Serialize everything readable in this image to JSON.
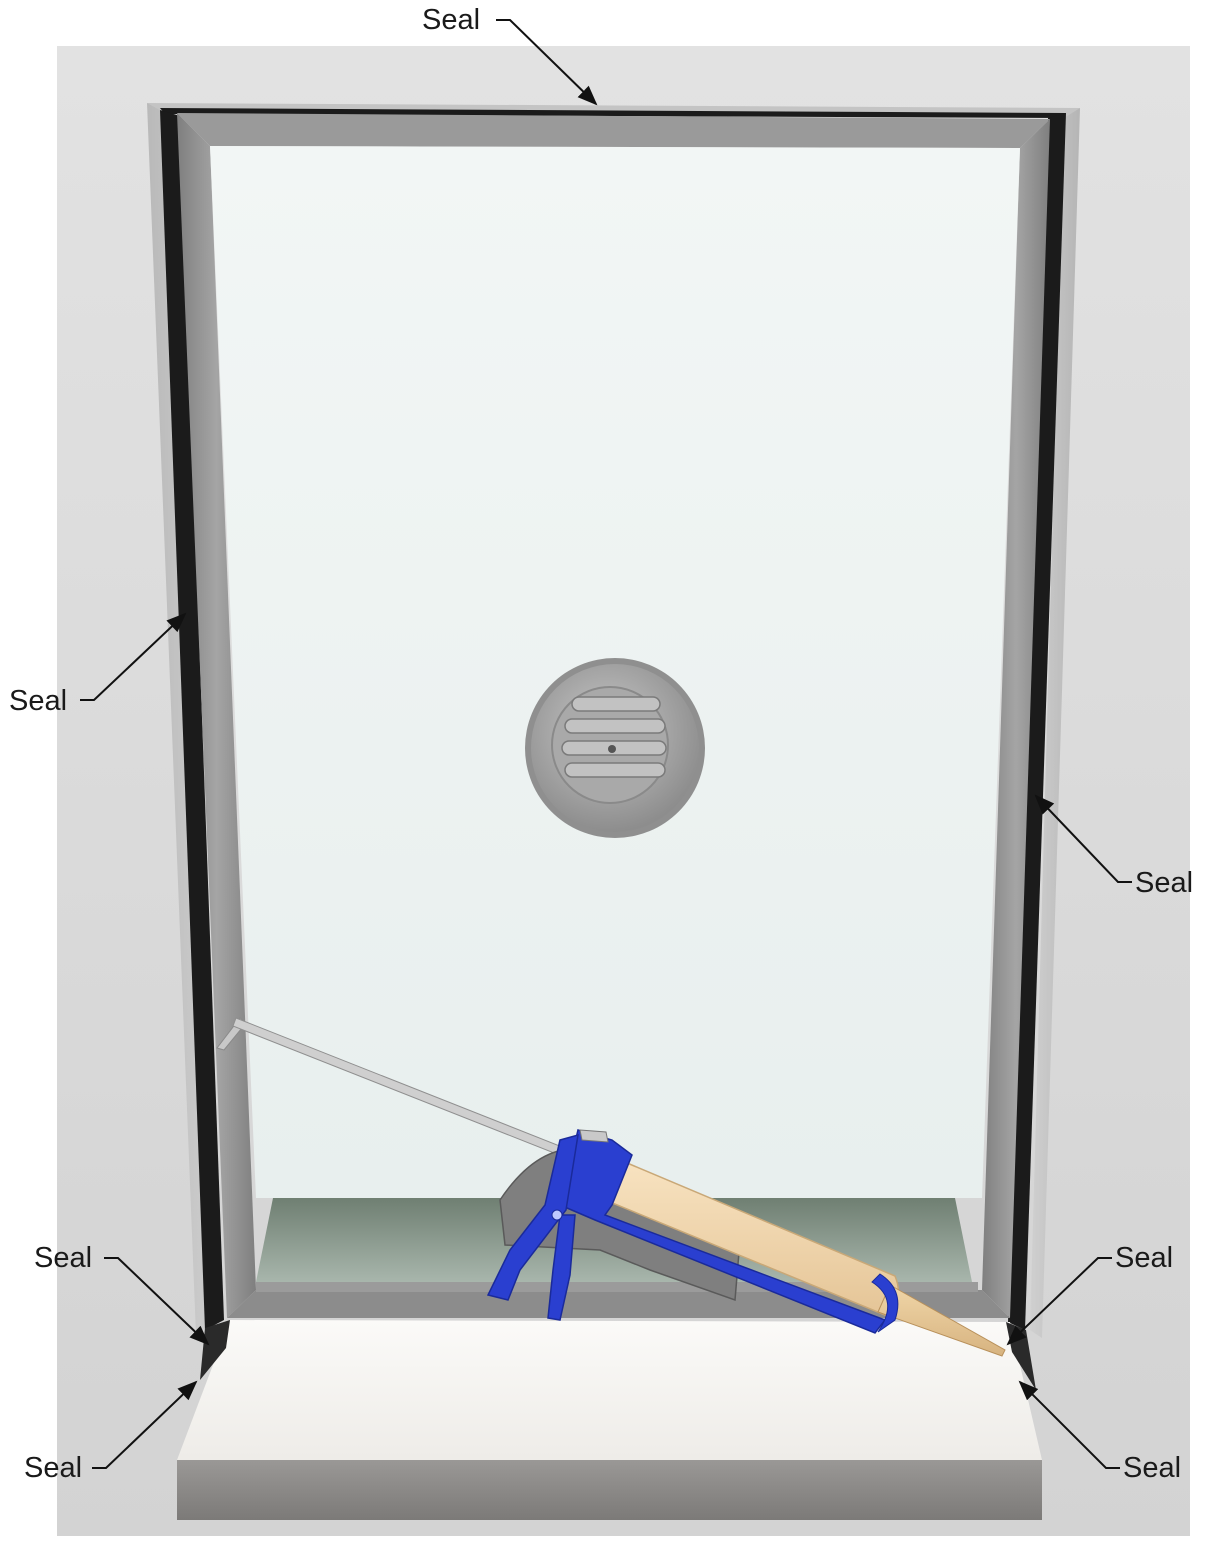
{
  "callouts": {
    "top": "Seal",
    "left_jamb": "Seal",
    "right_jamb": "Seal",
    "bottom_left_upper": "Seal",
    "bottom_left_lower": "Seal",
    "bottom_right_upper": "Seal",
    "bottom_right_lower": "Seal"
  },
  "colors": {
    "wall": "#dcdcdc",
    "frame": "#8f8f8f",
    "seal": "#1b1b1b",
    "glass": "#eef3f2",
    "sill": "#f4f3f0",
    "gun_body": "#2a3fd0",
    "cartridge": "#f1d6ab"
  },
  "icons": [
    "round-vent-icon",
    "caulking-gun-icon"
  ]
}
